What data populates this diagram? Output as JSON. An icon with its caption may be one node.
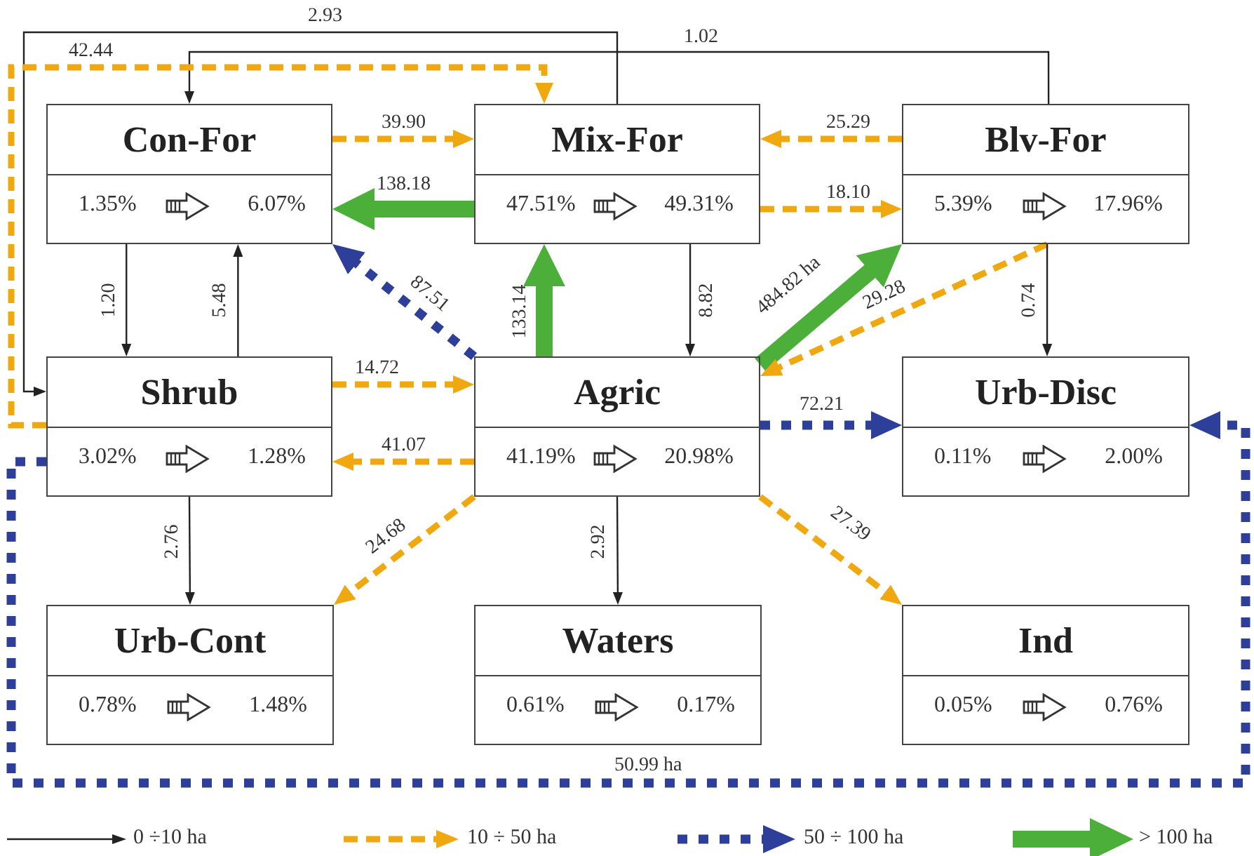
{
  "diagram": {
    "nodes": [
      {
        "text": [
          "Con-For",
          "1.35%",
          "6.07%"
        ]
      },
      {
        "text": [
          "Mix-For",
          "47.51%",
          "49.31%"
        ]
      },
      {
        "text": [
          "Blv-For",
          "5.39%",
          "17.96%"
        ]
      },
      {
        "text": [
          "Shrub",
          "3.02%",
          "1.28%"
        ]
      },
      {
        "text": [
          "Agric",
          "41.19%",
          "20.98%"
        ]
      },
      {
        "text": [
          "Urb-Disc",
          "0.11%",
          "2.00%"
        ]
      },
      {
        "text": [
          "Urb-Cont",
          "0.78%",
          "1.48%"
        ]
      },
      {
        "text": [
          "Waters",
          "0.61%",
          "0.17%"
        ]
      },
      {
        "text": [
          "Ind",
          "0.05%",
          "0.76%"
        ]
      }
    ],
    "edges": [
      {
        "from": 0,
        "to": 1,
        "arrow": "to",
        "label": "39.90",
        "style": "dashed",
        "color": "#f0a810"
      },
      {
        "from": 1,
        "to": 0,
        "arrow": "to",
        "label": "138.18",
        "style": "thick",
        "color": "#4caf3a"
      },
      {
        "from": 2,
        "to": 1,
        "arrow": "to",
        "label": "25.29",
        "style": "dashed",
        "color": "#f0a810"
      },
      {
        "from": 1,
        "to": 2,
        "arrow": "to",
        "label": "18.10",
        "style": "dashed",
        "color": "#f0a810"
      },
      {
        "from": 1,
        "to": 3,
        "arrow": "to",
        "label": "2.93",
        "color": "#222222"
      },
      {
        "from": 2,
        "to": 0,
        "arrow": "to",
        "label": "1.02",
        "color": "#222222"
      },
      {
        "from": 3,
        "to": 1,
        "arrow": "to",
        "label": "42.44",
        "style": "dashed",
        "color": "#f0a810"
      },
      {
        "from": 0,
        "to": 3,
        "arrow": "to",
        "label": "1.20",
        "color": "#222222"
      },
      {
        "from": 3,
        "to": 0,
        "arrow": "to",
        "label": "5.48",
        "color": "#222222"
      },
      {
        "from": 4,
        "to": 0,
        "arrow": "to",
        "label": "87.51",
        "style": "dashed",
        "color": "#2e3f99"
      },
      {
        "from": 4,
        "to": 1,
        "arrow": "to",
        "label": "133.14",
        "style": "thick",
        "color": "#4caf3a"
      },
      {
        "from": 1,
        "to": 4,
        "arrow": "to",
        "label": "8.82",
        "color": "#222222"
      },
      {
        "from": 4,
        "to": 2,
        "arrow": "to",
        "label": "484.82 ha",
        "style": "thick",
        "color": "#4caf3a"
      },
      {
        "from": 2,
        "to": 4,
        "arrow": "to",
        "label": "29.28",
        "style": "dashed",
        "color": "#f0a810"
      },
      {
        "from": 2,
        "to": 5,
        "arrow": "to",
        "label": "0.74",
        "color": "#222222"
      },
      {
        "from": 3,
        "to": 4,
        "arrow": "to",
        "label": "14.72",
        "style": "dashed",
        "color": "#f0a810"
      },
      {
        "from": 4,
        "to": 3,
        "arrow": "to",
        "label": "41.07",
        "style": "dashed",
        "color": "#f0a810"
      },
      {
        "from": 4,
        "to": 5,
        "arrow": "to",
        "label": "72.21",
        "style": "dashed",
        "color": "#2e3f99"
      },
      {
        "from": 3,
        "to": 5,
        "arrow": "to",
        "label": "50.99 ha",
        "style": "dashed",
        "color": "#2e3f99"
      },
      {
        "from": 3,
        "to": 6,
        "arrow": "to",
        "label": "2.76",
        "color": "#222222"
      },
      {
        "from": 4,
        "to": 6,
        "arrow": "to",
        "label": "24.68",
        "style": "dashed",
        "color": "#f0a810"
      },
      {
        "from": 4,
        "to": 7,
        "arrow": "to",
        "label": "2.92",
        "color": "#222222"
      },
      {
        "from": 4,
        "to": 8,
        "arrow": "to",
        "label": "27.39",
        "style": "dashed",
        "color": "#f0a810"
      }
    ],
    "legend": [
      {
        "text": "0 ÷10 ha"
      },
      {
        "text": "10 ÷ 50 ha"
      },
      {
        "text": "50 ÷ 100 ha"
      },
      {
        "text": "> 100 ha"
      }
    ]
  }
}
